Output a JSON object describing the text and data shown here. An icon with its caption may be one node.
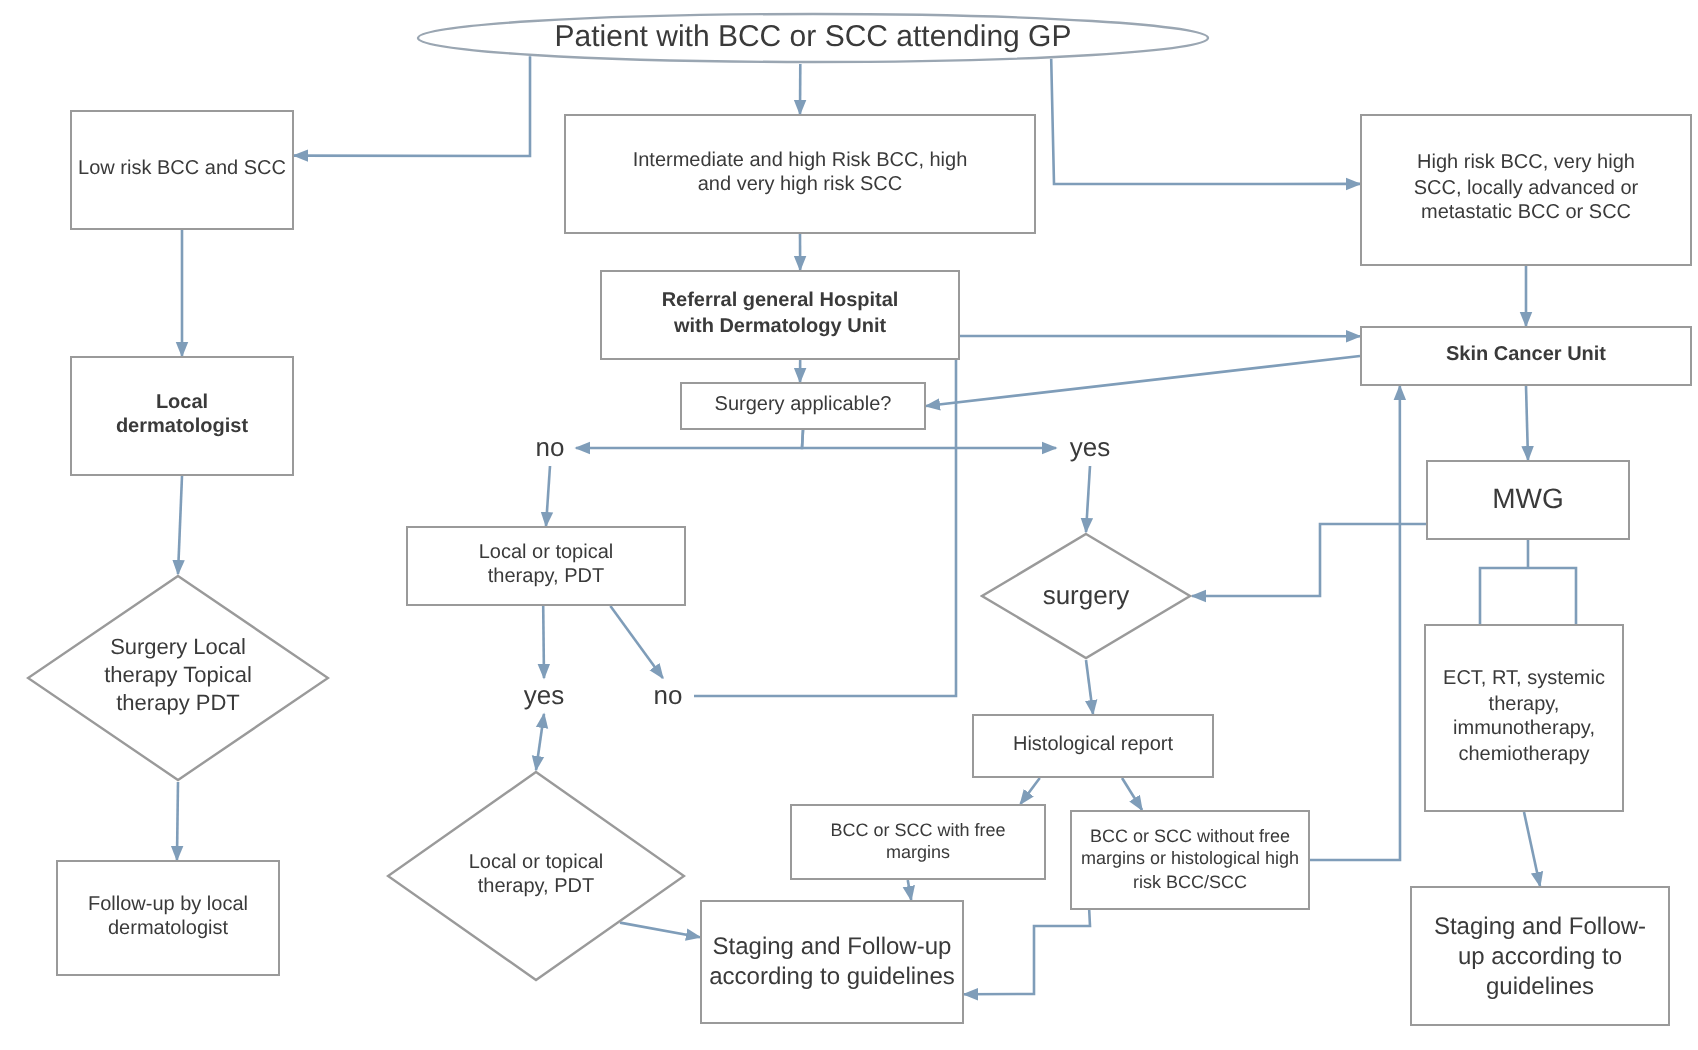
{
  "diagram": {
    "nodes": [
      {
        "text": [
          "Patient with BCC or SCC attending GP"
        ]
      },
      {
        "text": [
          "Low risk BCC and SCC"
        ]
      },
      {
        "text": [
          "Intermediate and high Risk BCC, high and very high risk SCC"
        ]
      },
      {
        "text": [
          "High risk BCC, very high SCC, locally advanced or metastatic BCC or SCC"
        ]
      },
      {
        "text": [
          "Referral general Hospital with Dermatology Unit"
        ]
      },
      {
        "text": [
          "Surgery applicable?"
        ]
      },
      {
        "text": [
          "Skin Cancer Unit"
        ]
      },
      {
        "text": [
          "Local dermatologist"
        ]
      },
      {
        "text": [
          "no"
        ]
      },
      {
        "text": [
          "yes"
        ]
      },
      {
        "text": [
          "Local or topical therapy, PDT"
        ]
      },
      {
        "text": [
          "MWG"
        ]
      },
      {
        "text": [
          "Surgery Local therapy Topical therapy PDT"
        ]
      },
      {
        "text": [
          "yes"
        ]
      },
      {
        "text": [
          "no"
        ]
      },
      {
        "text": [
          "surgery"
        ]
      },
      {
        "text": [
          "ECT, RT, systemic therapy, immunotherapy, chemiotherapy"
        ]
      },
      {
        "text": [
          "Histological report"
        ]
      },
      {
        "text": [
          "Local or topical therapy, PDT"
        ]
      },
      {
        "text": [
          "BCC or SCC with free margins"
        ]
      },
      {
        "text": [
          "BCC or SCC without free margins or histological high risk BCC/SCC"
        ]
      },
      {
        "text": [
          "Follow-up by local dermatologist"
        ]
      },
      {
        "text": [
          "Staging and Follow-up according to guidelines"
        ]
      },
      {
        "text": [
          "Staging and Follow-up according to guidelines"
        ]
      }
    ],
    "edges": [
      {
        "from": 0,
        "to": 1,
        "arrow": "to"
      },
      {
        "from": 0,
        "to": 2,
        "arrow": "to"
      },
      {
        "from": 0,
        "to": 3,
        "arrow": "to"
      },
      {
        "from": 2,
        "to": 4,
        "arrow": "to"
      },
      {
        "from": 4,
        "to": 5,
        "arrow": "to"
      },
      {
        "from": 1,
        "to": 7,
        "arrow": "to"
      },
      {
        "from": 3,
        "to": 6,
        "arrow": "to"
      },
      {
        "from": 6,
        "to": 5,
        "arrow": "to"
      },
      {
        "from": 5,
        "to": 8,
        "arrow": "to"
      },
      {
        "from": 5,
        "to": 9,
        "arrow": "to"
      },
      {
        "from": 8,
        "to": 10,
        "arrow": "to"
      },
      {
        "from": 9,
        "to": 15,
        "arrow": "to"
      },
      {
        "from": 6,
        "to": 11,
        "arrow": "to"
      },
      {
        "from": 11,
        "to": 15,
        "arrow": "to"
      },
      {
        "from": 11,
        "to": 16,
        "arrow": "none"
      },
      {
        "from": 10,
        "to": 13,
        "arrow": "to"
      },
      {
        "from": 10,
        "to": 14,
        "arrow": "to"
      },
      {
        "from": 14,
        "to": 6,
        "arrow": "to"
      },
      {
        "from": 13,
        "to": 18,
        "arrow": "both"
      },
      {
        "from": 15,
        "to": 17,
        "arrow": "to"
      },
      {
        "from": 17,
        "to": 19,
        "arrow": "to"
      },
      {
        "from": 17,
        "to": 20,
        "arrow": "to"
      },
      {
        "from": 19,
        "to": 22,
        "arrow": "to"
      },
      {
        "from": 20,
        "to": 22,
        "arrow": "to"
      },
      {
        "from": 20,
        "to": 6,
        "arrow": "to"
      },
      {
        "from": 18,
        "to": 22,
        "arrow": "to"
      },
      {
        "from": 7,
        "to": 12,
        "arrow": "to"
      },
      {
        "from": 12,
        "to": 21,
        "arrow": "to"
      },
      {
        "from": 16,
        "to": 23,
        "arrow": "to"
      }
    ]
  }
}
